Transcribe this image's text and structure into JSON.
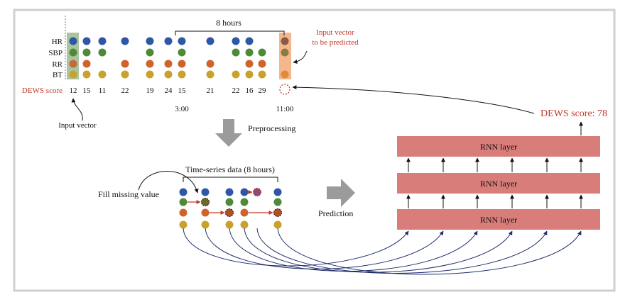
{
  "input_data": {
    "row_labels": [
      "HR",
      "SBP",
      "RR",
      "BT"
    ],
    "score_label": "DEWS score",
    "scores": [
      "12",
      "15",
      "11",
      "22",
      "19",
      "24",
      "15",
      "21",
      "22",
      "16",
      "29"
    ],
    "span_label": "8 hours",
    "time_labels": [
      "3:00",
      "11:00"
    ],
    "input_vector_label": "Input vector",
    "predicted_label_line1": "Input vector",
    "predicted_label_line2": "to be predicted"
  },
  "preprocessing_label": "Preprocessing",
  "time_series": {
    "title": "Time-series data (8 hours)",
    "fill_missing_label": "Fill missing value"
  },
  "prediction_label": "Prediction",
  "rnn": {
    "layers": [
      "RNN layer",
      "RNN layer",
      "RNN layer"
    ],
    "output_label": "DEWS score: 78"
  },
  "colors": {
    "hr": "#2e57a6",
    "sbp": "#4f8a36",
    "rr": "#d0622a",
    "bt": "#c8a22a",
    "rnn_fill": "#d97d7b",
    "accent_red": "#c0392b",
    "highlight_input": "#8fb07f",
    "highlight_predict": "#f0a56e"
  }
}
